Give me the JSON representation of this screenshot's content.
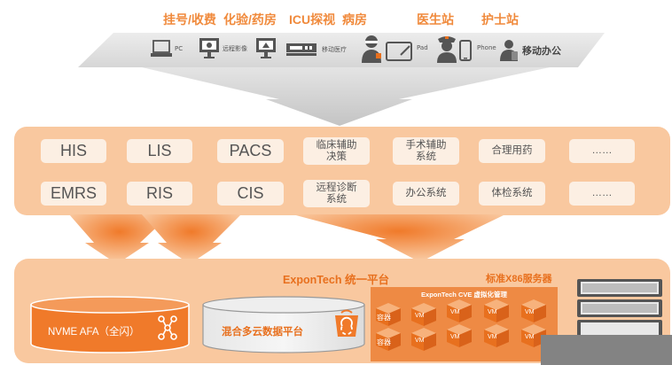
{
  "access_layer": {
    "labels": {
      "registration": "挂号/收费",
      "lab": "化验/药房",
      "icu": "ICU探视",
      "ward": "病房",
      "doctor": "医生站",
      "nurse": "护士站"
    },
    "devices": {
      "pc": "PC",
      "remote_imaging": "远程影像",
      "mobile_medical": "移动医疗",
      "pad": "Pad",
      "phone": "Phone",
      "mobile_office": "移动办公"
    }
  },
  "app_layer": {
    "row1": [
      "HIS",
      "LIS",
      "PACS",
      "临床辅助\n决策",
      "手术辅助\n系统",
      "合理用药",
      "……"
    ],
    "row2": [
      "EMRS",
      "RIS",
      "CIS",
      "远程诊断\n系统",
      "办公系统",
      "体检系统",
      "……"
    ]
  },
  "platform_layer": {
    "title": "ExponTech 统一平台",
    "x86_title": "标准X86服务器",
    "nvme": "NVME AFA（全闪）",
    "hybrid": "混合多云数据平台",
    "cve_title": "ExponTech CVE 虚拟化管理",
    "container": "容器",
    "vm": "VM"
  },
  "colors": {
    "accent": "#f08a3c",
    "panel": "#f9c89f",
    "box": "#fcefe3",
    "dark_orange": "#e8701e"
  }
}
